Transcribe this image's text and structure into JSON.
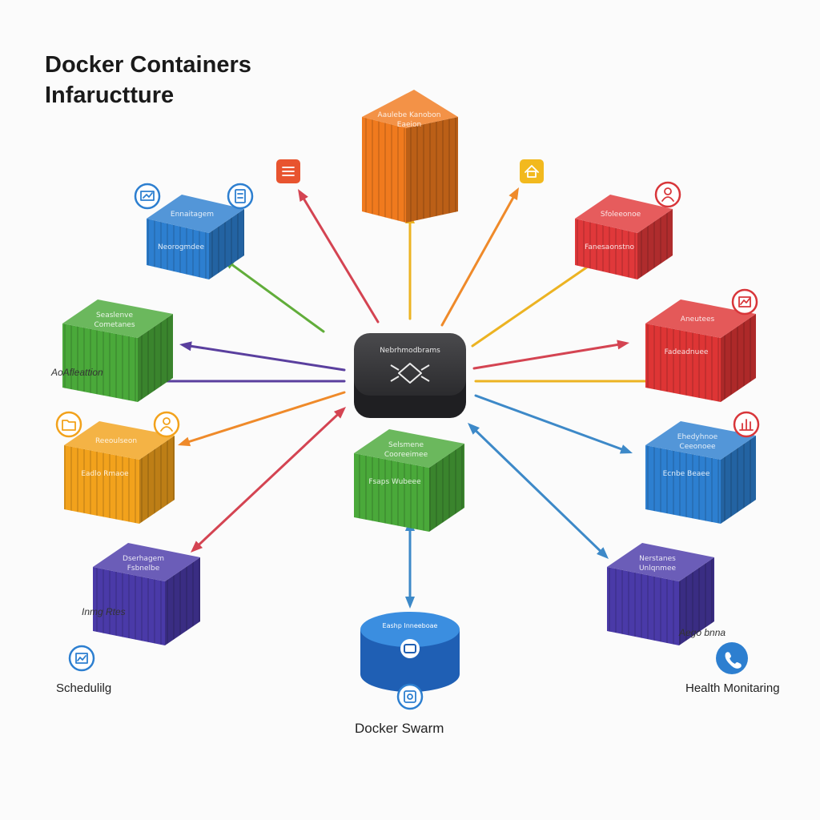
{
  "title": {
    "line1": "Docker Containers",
    "line2": "Infaructture"
  },
  "hub": {
    "label": "Nebrhmodbrams",
    "icon": "orchestrator-icon"
  },
  "swarm": {
    "label": "Docker Swarm",
    "cylinder_text": "Eashp Inneeboae"
  },
  "side_labels": {
    "left_top": "AoAfleattion",
    "left_bottom": "Inmg Rtes",
    "right_bottom": "Aego bnna"
  },
  "corner_labels": {
    "scheduling": "Schedulilg",
    "health": "Health Monitaring"
  },
  "containers": [
    {
      "id": "top-orange",
      "color": "#f07a1e",
      "top_text": "Aaulebe Kanobon",
      "top_text2": "Eaeion",
      "front_text": ""
    },
    {
      "id": "blue-upper-left",
      "color": "#2d7fd0",
      "top_text": "Ennaitagem",
      "top_text2": "",
      "front_text": "Neorogmdee"
    },
    {
      "id": "red-upper-right",
      "color": "#e0383a",
      "top_text": "Sfoleeonoe",
      "top_text2": "",
      "front_text": "Fanesaonstno"
    },
    {
      "id": "green-left",
      "color": "#4aa93a",
      "top_text": "Seaslenve",
      "top_text2": "Cometanes",
      "front_text": ""
    },
    {
      "id": "red-right",
      "color": "#de3535",
      "top_text": "Aneutees",
      "top_text2": "",
      "front_text": "Fadeadnuee"
    },
    {
      "id": "orange-left",
      "color": "#f2a21c",
      "top_text": "Reeoulseon",
      "top_text2": "",
      "front_text": "Eadlo Rmaoe"
    },
    {
      "id": "green-center",
      "color": "#4aa93a",
      "top_text": "Selsmene",
      "top_text2": "Cooreeimee",
      "front_text": "Fsaps Wubeee"
    },
    {
      "id": "blue-right",
      "color": "#2d7fd0",
      "top_text": "Ehedyhnoe",
      "top_text2": "Ceeonoee",
      "front_text": "Ecnbe Beaee"
    },
    {
      "id": "purple-left",
      "color": "#4a3aa8",
      "top_text": "Dserhagem",
      "top_text2": "Fsbnelbe",
      "front_text": ""
    },
    {
      "id": "purple-right",
      "color": "#4a3aa8",
      "top_text": "Nerstanes",
      "top_text2": "Unlqnmee",
      "front_text": ""
    }
  ],
  "icons": [
    {
      "name": "list-icon",
      "color": "#e8542f"
    },
    {
      "name": "home-icon",
      "color": "#f2b91e"
    },
    {
      "name": "monitor-icon",
      "color": "#2d7fd0"
    },
    {
      "name": "document-icon",
      "color": "#2d7fd0"
    },
    {
      "name": "user-icon",
      "color": "#d8363a"
    },
    {
      "name": "chart-icon",
      "color": "#d8363a"
    },
    {
      "name": "folder-icon",
      "color": "#f2a21c"
    },
    {
      "name": "person-icon",
      "color": "#f2a21c"
    },
    {
      "name": "bar-chart-icon",
      "color": "#d8363a"
    },
    {
      "name": "analytics-icon",
      "color": "#2d7fd0"
    },
    {
      "name": "phone-icon",
      "color": "#2d7fd0"
    },
    {
      "name": "database-icon",
      "color": "#2d7fd0"
    }
  ],
  "arrow_colors": {
    "red": "#d44452",
    "yellow": "#ecb322",
    "orange": "#ef8a2a",
    "green": "#61ad3a",
    "purple": "#5a3f9e",
    "blue": "#3d89c8"
  }
}
